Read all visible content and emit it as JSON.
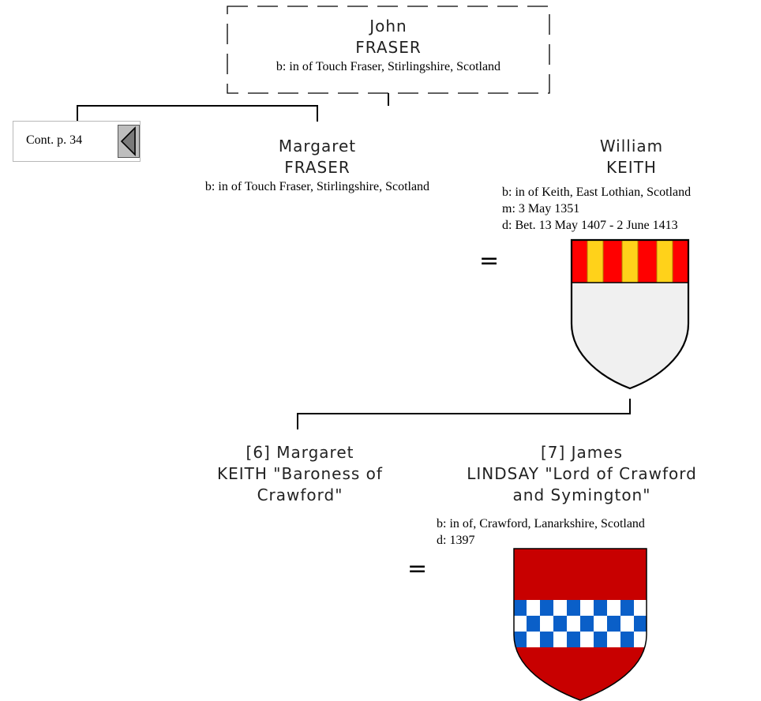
{
  "root": {
    "given": "John",
    "surname": "FRASER",
    "birth": "b: in of Touch Fraser, Stirlingshire, Scotland"
  },
  "continuation": {
    "label": "Cont. p. 34"
  },
  "couple1": {
    "wife": {
      "given": "Margaret",
      "surname": "FRASER",
      "birth": "b: in of Touch Fraser, Stirlingshire, Scotland"
    },
    "husband": {
      "given": "William",
      "surname": "KEITH",
      "birth": "b: in of Keith, East Lothian, Scotland",
      "marriage": "m: 3 May 1351",
      "death": "d: Bet. 13 May 1407 - 2 June 1413"
    },
    "eq": "="
  },
  "couple2": {
    "wife": {
      "line1": "[6] Margaret",
      "line2": "KEITH \"Baroness of",
      "line3": "Crawford\""
    },
    "husband": {
      "line1": "[7] James",
      "line2": "LINDSAY \"Lord of Crawford",
      "line3": "and Symington\"",
      "birth": "b: in of, Crawford, Lanarkshire, Scotland",
      "death": "d: 1397"
    },
    "eq": "="
  },
  "icons": {
    "keith_arms": "coat-of-arms-keith-icon",
    "lindsay_arms": "coat-of-arms-lindsay-icon",
    "back_arrow": "triangle-left-icon"
  },
  "colors": {
    "keith_chief_red": "#ff0000",
    "keith_chief_gold": "#ffd21a",
    "lindsay_red": "#c80000",
    "lindsay_blue": "#0a5fc8"
  }
}
